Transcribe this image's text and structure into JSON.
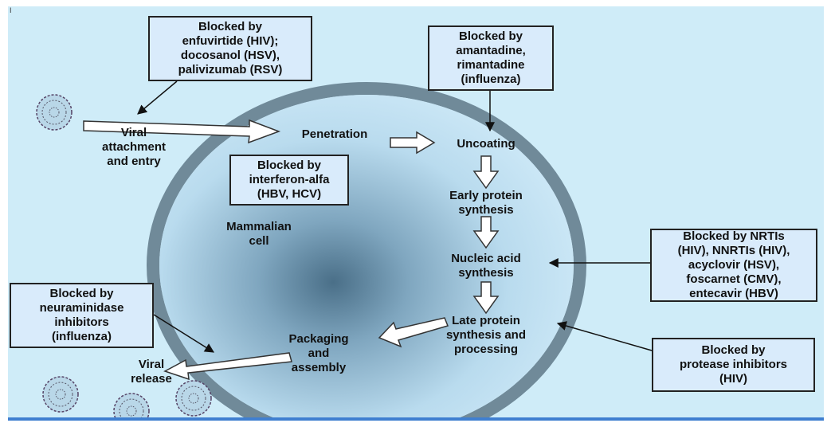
{
  "corner_mark": "I",
  "cell_label": "Mammalian\ncell",
  "steps": {
    "attachment": "Viral\nattachment\nand entry",
    "penetration": "Penetration",
    "uncoating": "Uncoating",
    "early_protein": "Early protein\nsynthesis",
    "nucleic_acid": "Nucleic acid\nsynthesis",
    "late_protein": "Late protein\nsynthesis and\nprocessing",
    "packaging": "Packaging\nand\nassembly",
    "release": "Viral\nrelease"
  },
  "blockers": {
    "entry": "Blocked by\nenfuvirtide (HIV);\ndocosanol (HSV),\npalivizumab (RSV)",
    "uncoating": "Blocked by\namantadine,\nrimantadine\n(influenza)",
    "interferon": "Blocked by\ninterferon-alfa\n(HBV, HCV)",
    "nucleic_acid": "Blocked by NRTIs\n(HIV), NNRTIs (HIV),\nacyclovir (HSV),\nfoscarnet (CMV),\nentecavir (HBV)",
    "neuraminidase": "Blocked by\nneuraminidase\ninhibitors\n(influenza)",
    "protease": "Blocked by\nprotease inhibitors\n(HIV)"
  }
}
